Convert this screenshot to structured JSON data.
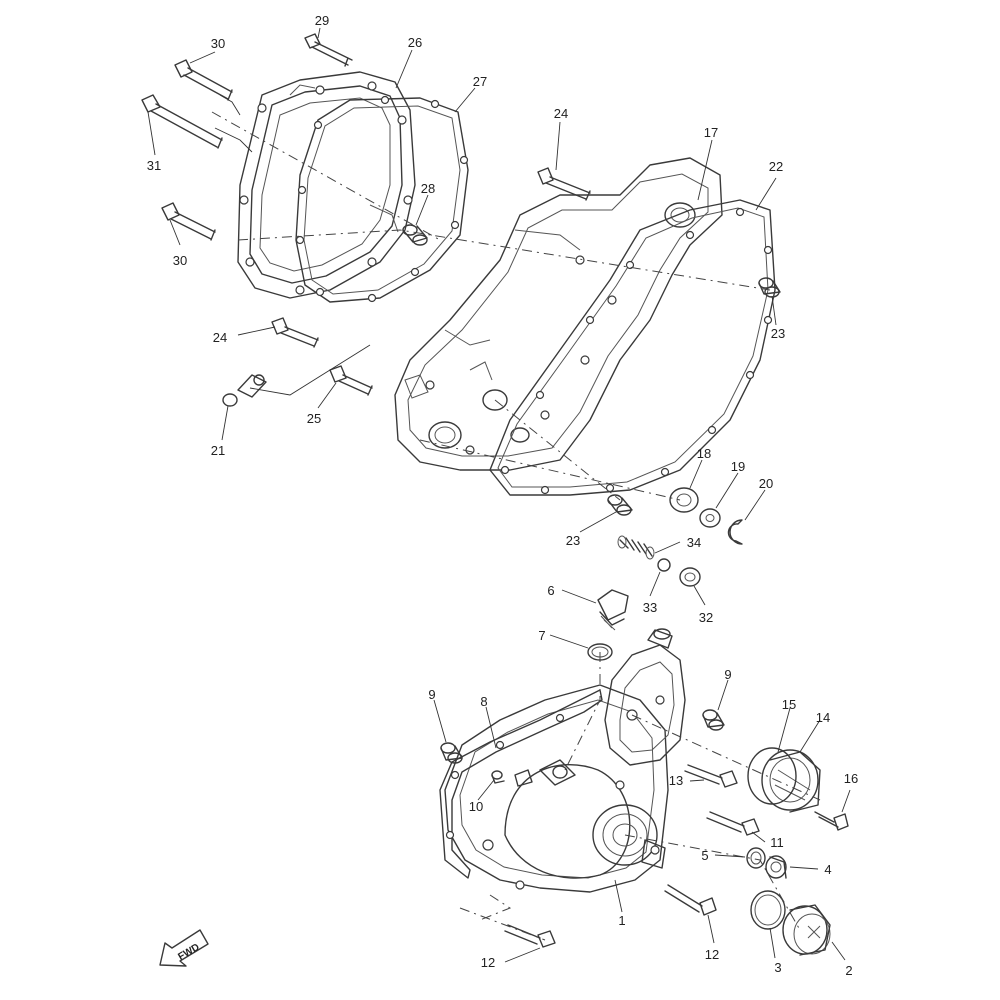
{
  "callouts": [
    {
      "id": "c1",
      "text": "1"
    },
    {
      "id": "c2",
      "text": "2"
    },
    {
      "id": "c3",
      "text": "3"
    },
    {
      "id": "c4",
      "text": "4"
    },
    {
      "id": "c5",
      "text": "5"
    },
    {
      "id": "c6",
      "text": "6"
    },
    {
      "id": "c7",
      "text": "7"
    },
    {
      "id": "c8",
      "text": "8"
    },
    {
      "id": "c9a",
      "text": "9"
    },
    {
      "id": "c9b",
      "text": "9"
    },
    {
      "id": "c10",
      "text": "10"
    },
    {
      "id": "c11",
      "text": "11"
    },
    {
      "id": "c12a",
      "text": "12"
    },
    {
      "id": "c12b",
      "text": "12"
    },
    {
      "id": "c13",
      "text": "13"
    },
    {
      "id": "c14",
      "text": "14"
    },
    {
      "id": "c15",
      "text": "15"
    },
    {
      "id": "c16",
      "text": "16"
    },
    {
      "id": "c17",
      "text": "17"
    },
    {
      "id": "c18",
      "text": "18"
    },
    {
      "id": "c19",
      "text": "19"
    },
    {
      "id": "c20",
      "text": "20"
    },
    {
      "id": "c21",
      "text": "21"
    },
    {
      "id": "c22",
      "text": "22"
    },
    {
      "id": "c23a",
      "text": "23"
    },
    {
      "id": "c23b",
      "text": "23"
    },
    {
      "id": "c24a",
      "text": "24"
    },
    {
      "id": "c24b",
      "text": "24"
    },
    {
      "id": "c25",
      "text": "25"
    },
    {
      "id": "c26",
      "text": "26"
    },
    {
      "id": "c27",
      "text": "27"
    },
    {
      "id": "c28",
      "text": "28"
    },
    {
      "id": "c29",
      "text": "29"
    },
    {
      "id": "c30a",
      "text": "30"
    },
    {
      "id": "c30b",
      "text": "30"
    },
    {
      "id": "c31",
      "text": "31"
    },
    {
      "id": "c32",
      "text": "32"
    },
    {
      "id": "c33",
      "text": "33"
    },
    {
      "id": "c34",
      "text": "34"
    }
  ],
  "fwd_label": "FWD"
}
